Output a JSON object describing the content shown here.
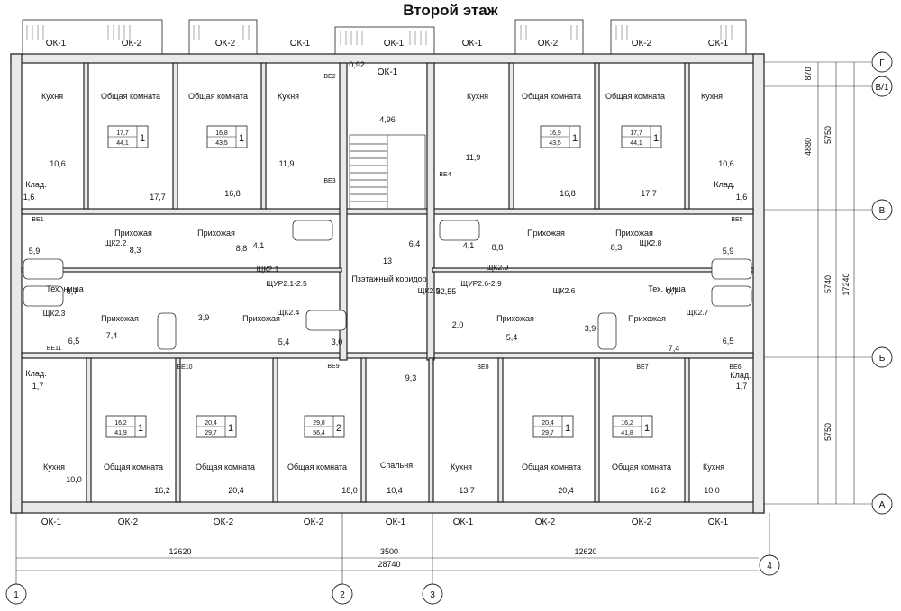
{
  "title": "Второй этаж",
  "windows_top": [
    "ОК-1",
    "ОК-2",
    "ОК-2",
    "ОК-1",
    "ОК-1",
    "ОК-1",
    "ОК-2",
    "ОК-2",
    "ОК-1"
  ],
  "windows_bottom": [
    "ОК-1",
    "ОК-2",
    "ОК-2",
    "ОК-2",
    "ОК-1",
    "ОК-1",
    "ОК-2",
    "ОК-2",
    "ОК-1"
  ],
  "axes": {
    "rows": [
      "Г",
      "В/1",
      "В",
      "Б",
      "А"
    ],
    "cols": [
      "1",
      "2",
      "3",
      "4"
    ]
  },
  "dimensions_right": [
    "870",
    "4880",
    "5750",
    "5740",
    "17240",
    "5750"
  ],
  "dimensions_bottom": [
    "12620",
    "3500",
    "12620",
    "28740"
  ],
  "rooms": [
    {
      "label": "Кухня",
      "area": "10,6"
    },
    {
      "label": "Общая комната",
      "area": "17,7"
    },
    {
      "label": "Общая комната",
      "area": "16,8"
    },
    {
      "label": "Кухня",
      "area": "11,9"
    },
    {
      "label": "Кухня",
      "area": "11,9"
    },
    {
      "label": "Общая комната",
      "area": "16,8"
    },
    {
      "label": "Общая комната",
      "area": "17,7"
    },
    {
      "label": "Кухня",
      "area": "10,6"
    },
    {
      "label": "Прихожая",
      "area": "8,3"
    },
    {
      "label": "Прихожая",
      "area": "8,8"
    },
    {
      "label": "Прихожая",
      "area": "8,8"
    },
    {
      "label": "Прихожая",
      "area": "8,3"
    },
    {
      "label": "Пзэтажный коридор",
      "area": "32,55"
    },
    {
      "label": "Прихожая",
      "area": "7,4"
    },
    {
      "label": "Прихожая",
      "area": "5,4"
    },
    {
      "label": "Прихожая",
      "area": "5,4"
    },
    {
      "label": "Прихожая",
      "area": "7,4"
    },
    {
      "label": "Тех. ниша",
      "area": "0,7"
    },
    {
      "label": "Тех. ниша",
      "area": "0,7"
    },
    {
      "label": "Клад.",
      "area": "1,6"
    },
    {
      "label": "Клад.",
      "area": "1,6"
    },
    {
      "label": "Клад.",
      "area": "1,7"
    },
    {
      "label": "Клад.",
      "area": "1,7"
    },
    {
      "label": "Кухня",
      "area": "10,0"
    },
    {
      "label": "Общая комната",
      "area": "16,2"
    },
    {
      "label": "Общая комната",
      "area": "20,4"
    },
    {
      "label": "Общая комната",
      "area": "18,0"
    },
    {
      "label": "Спальня",
      "area": "10,4"
    },
    {
      "label": "Кухня",
      "area": "13,7"
    },
    {
      "label": "Общая комната",
      "area": "20,4"
    },
    {
      "label": "Общая комната",
      "area": "16,2"
    },
    {
      "label": "Кухня",
      "area": "10,0"
    }
  ],
  "apartment_tags": [
    {
      "a": "17,7",
      "b": "44,1",
      "n": "1"
    },
    {
      "a": "16,8",
      "b": "43,5",
      "n": "1"
    },
    {
      "a": "16,9",
      "b": "43,5",
      "n": "1"
    },
    {
      "a": "17,7",
      "b": "44,1",
      "n": "1"
    },
    {
      "a": "16,2",
      "b": "41,9",
      "n": "1"
    },
    {
      "a": "20,4",
      "b": "29,7",
      "n": "1"
    },
    {
      "a": "29,8",
      "b": "56,4",
      "n": "2"
    },
    {
      "a": "20,4",
      "b": "29,7",
      "n": "1"
    },
    {
      "a": "16,2",
      "b": "41,8",
      "n": "1"
    }
  ],
  "panels": [
    "ЩК2.2",
    "ЩК2.1",
    "ЩУР2.1-2.5",
    "ЩК2.4",
    "ЩК2.3",
    "ЩК2.5",
    "ЩУР2.6-2.9",
    "ЩК2.9",
    "ЩК2.8",
    "ЩК2.6",
    "ЩК2.7"
  ],
  "vent": [
    "ВЕ1",
    "ВЕ2",
    "ВЕ3",
    "ВЕ4",
    "ВЕ5",
    "ВЕ6",
    "ВЕ7",
    "ВЕ8",
    "ВЕ9",
    "ВЕ10",
    "ВЕ11"
  ],
  "misc_areas": [
    "4,96",
    "6,4",
    "5,9",
    "5,9",
    "4,1",
    "4,1",
    "3,9",
    "3,9",
    "2,0",
    "3,0",
    "6,5",
    "6,5",
    "9,3",
    "0,92",
    "13"
  ],
  "stair_window": "ОК-1"
}
